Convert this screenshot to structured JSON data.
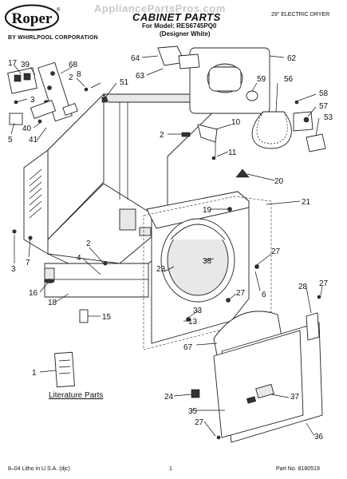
{
  "header": {
    "brand": "Roper",
    "brand_registered": "®",
    "brand_subtitle": "BY WHIRLPOOL CORPORATION",
    "watermark": "AppliancePartsPros.com",
    "title": "CABINET PARTS",
    "model_line": "For Model: RES6745PQ0",
    "model_variant": "(Designer White)",
    "dryer_type": "29\" ELECTRIC DRYER"
  },
  "literature_label": "Literature Parts",
  "callouts": {
    "c17": "17",
    "c39": "39",
    "c68": "68",
    "c8": "8",
    "c2a": "2",
    "c51": "51",
    "c64": "64",
    "c63": "63",
    "c62": "62",
    "c59": "59",
    "c56": "56",
    "c58": "58",
    "c57": "57",
    "c53": "53",
    "c10": "10",
    "c2b": "2",
    "c11": "11",
    "c20": "20",
    "c21": "21",
    "c19": "19",
    "c3a": "3",
    "c40": "40",
    "c41": "41",
    "c5": "5",
    "c3b": "3",
    "c7": "7",
    "c16": "16",
    "c18": "18",
    "c2c": "2",
    "c4": "4",
    "c38": "38",
    "c23": "23",
    "c27a": "27",
    "c6": "6",
    "c27b": "27",
    "c33": "33",
    "c13": "13",
    "c15": "15",
    "c28": "28",
    "c27c": "27",
    "c67": "67",
    "c1": "1",
    "c24": "24",
    "c37": "37",
    "c35": "35",
    "c27d": "27",
    "c36": "36"
  },
  "footer": {
    "left": "8–04 Litho in U.S.A. (djc)",
    "center": "1",
    "right": "Part No. 8180519"
  }
}
